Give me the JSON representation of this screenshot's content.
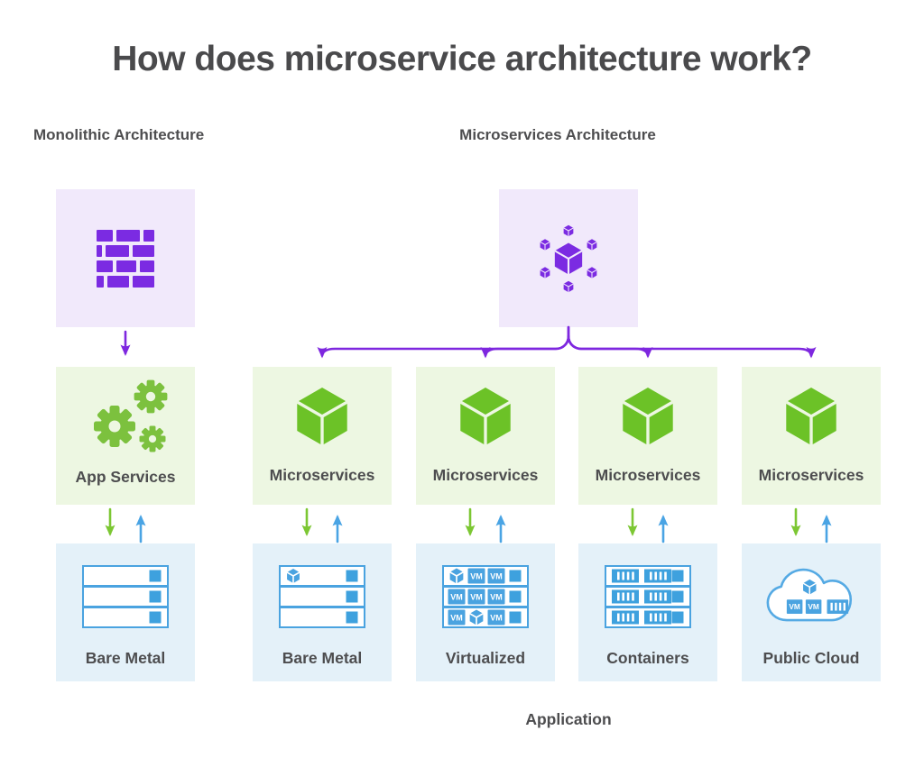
{
  "title": "How does microservice architecture work?",
  "application_label": "Application",
  "vm_badge": "VM",
  "monolithic": {
    "heading": "Monolithic Architecture",
    "service_label": "App Services",
    "infra_label": "Bare Metal"
  },
  "microservices": {
    "heading": "Microservices Architecture",
    "columns": [
      {
        "service_label": "Microservices",
        "infra_label": "Bare Metal"
      },
      {
        "service_label": "Microservices",
        "infra_label": "Virtualized"
      },
      {
        "service_label": "Microservices",
        "infra_label": "Containers"
      },
      {
        "service_label": "Microservices",
        "infra_label": "Public Cloud"
      }
    ]
  },
  "icons": {
    "monolith": "brick-wall-icon",
    "monolith_service": "gears-icon",
    "microservices_hub": "cube-cluster-icon",
    "microservice": "cube-icon",
    "bare_metal": "server-rack-icon",
    "virtualized": "vm-server-rack-icon",
    "containers": "container-server-rack-icon",
    "public_cloud": "cloud-icon",
    "flow_down": "arrow-down-icon",
    "flow_up": "arrow-up-icon"
  },
  "colors": {
    "purple": "#7b2be2",
    "purple_bg": "#f1e9fb",
    "green": "#6cc227",
    "green_bg": "#edf7e2",
    "blue": "#4aa3e0",
    "blue_bg": "#e4f1f9",
    "arrow_purple": "#7e27df",
    "arrow_green": "#7cc733",
    "arrow_blue": "#4aa4e4",
    "text": "#4d4d4f"
  }
}
